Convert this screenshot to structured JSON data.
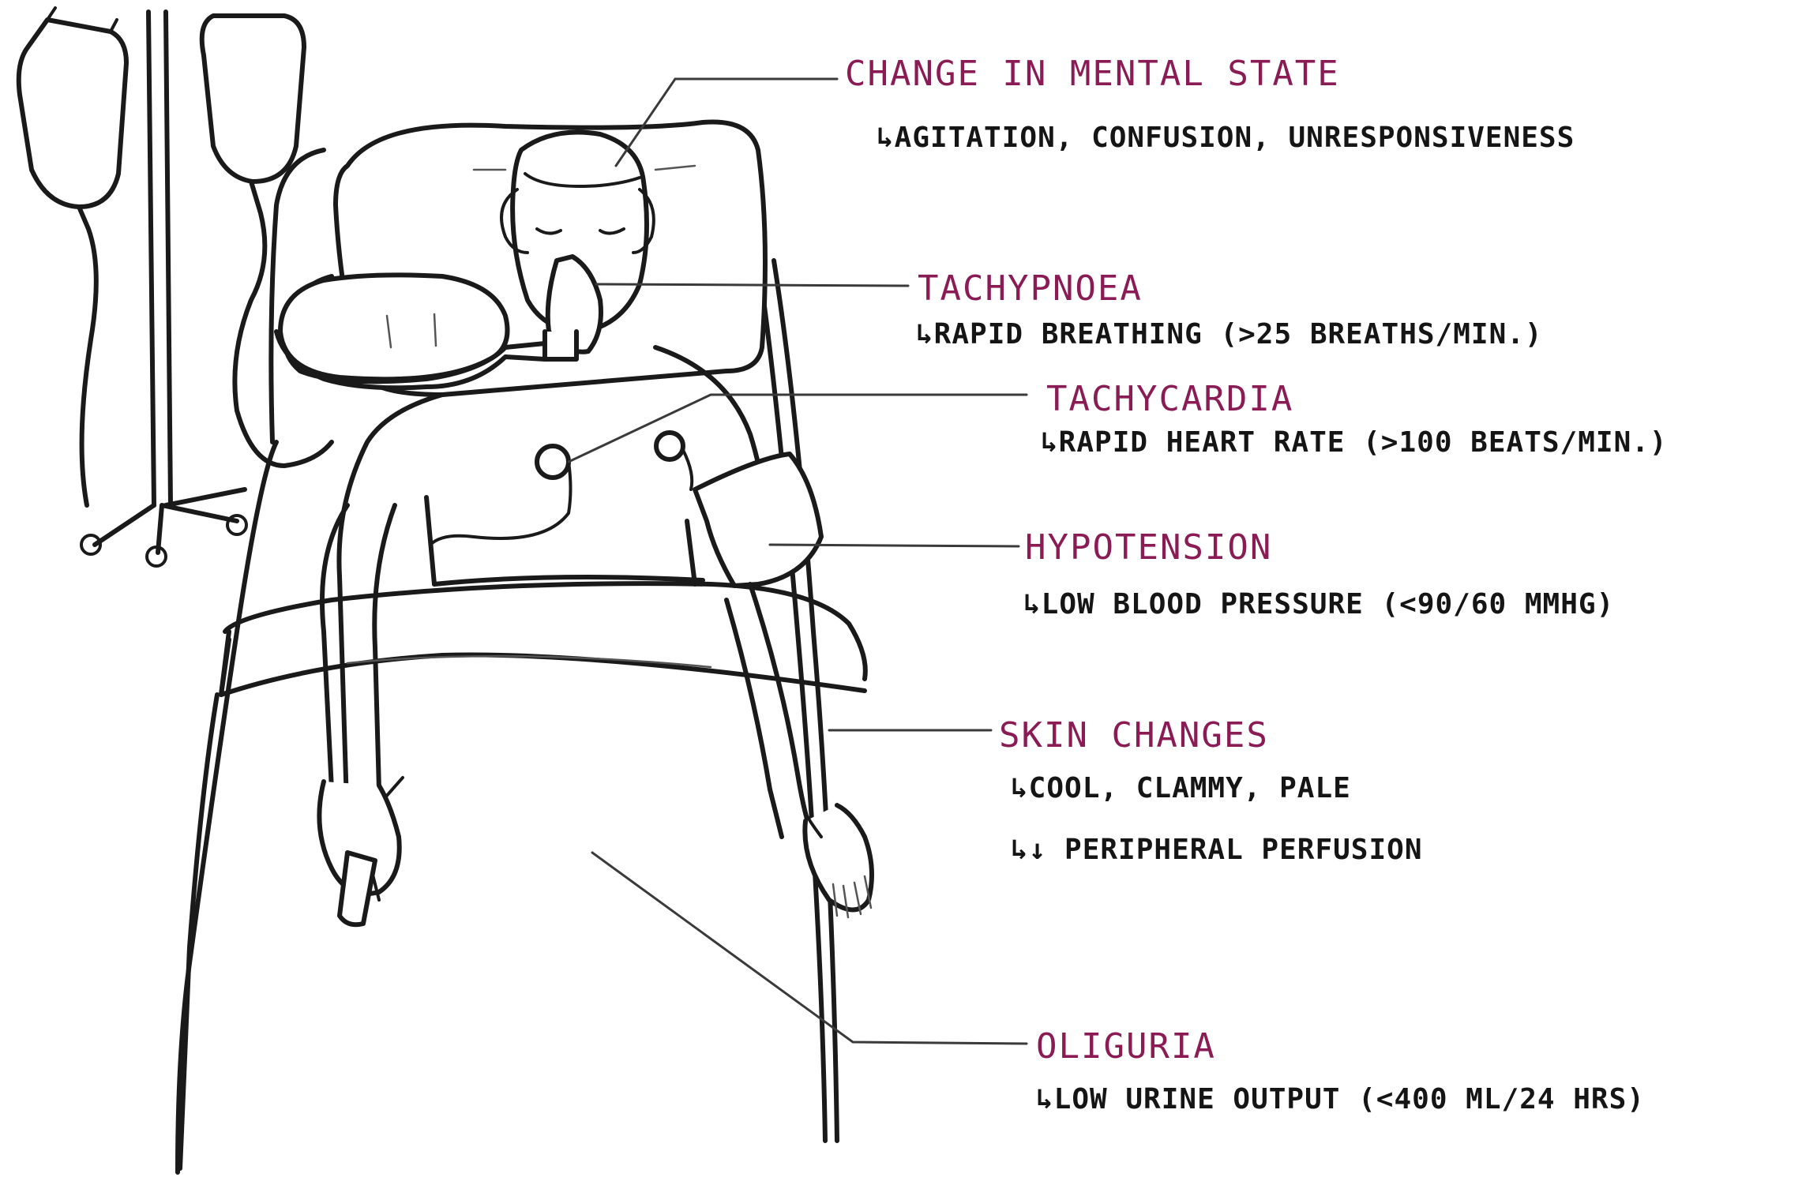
{
  "signs": [
    {
      "id": "mental",
      "title": "CHANGE IN MENTAL STATE",
      "details": [
        "↳AGITATION, CONFUSION, UNRESPONSIVENESS"
      ]
    },
    {
      "id": "tachypnoea",
      "title": "TACHYPNOEA",
      "details": [
        "↳RAPID BREATHING (>25 BREATHS/MIN.)"
      ]
    },
    {
      "id": "tachycardia",
      "title": "TACHYCARDIA",
      "details": [
        "↳RAPID HEART RATE (>100 BEATS/MIN.)"
      ]
    },
    {
      "id": "hypotension",
      "title": "HYPOTENSION",
      "details": [
        "↳LOW BLOOD PRESSURE (<90/60 mmHg)"
      ]
    },
    {
      "id": "skin",
      "title": "SKIN CHANGES",
      "details": [
        "↳COOL, CLAMMY, PALE",
        "↳↓ PERIPHERAL PERFUSION"
      ]
    },
    {
      "id": "oliguria",
      "title": "OLIGURIA",
      "details": [
        "↳LOW URINE OUTPUT (<400 mL/24 hrs)"
      ]
    }
  ],
  "colors": {
    "title_ink": "#8a1b55",
    "detail_ink": "#151515",
    "line_ink": "#1a1a1a",
    "background": "#ffffff"
  }
}
